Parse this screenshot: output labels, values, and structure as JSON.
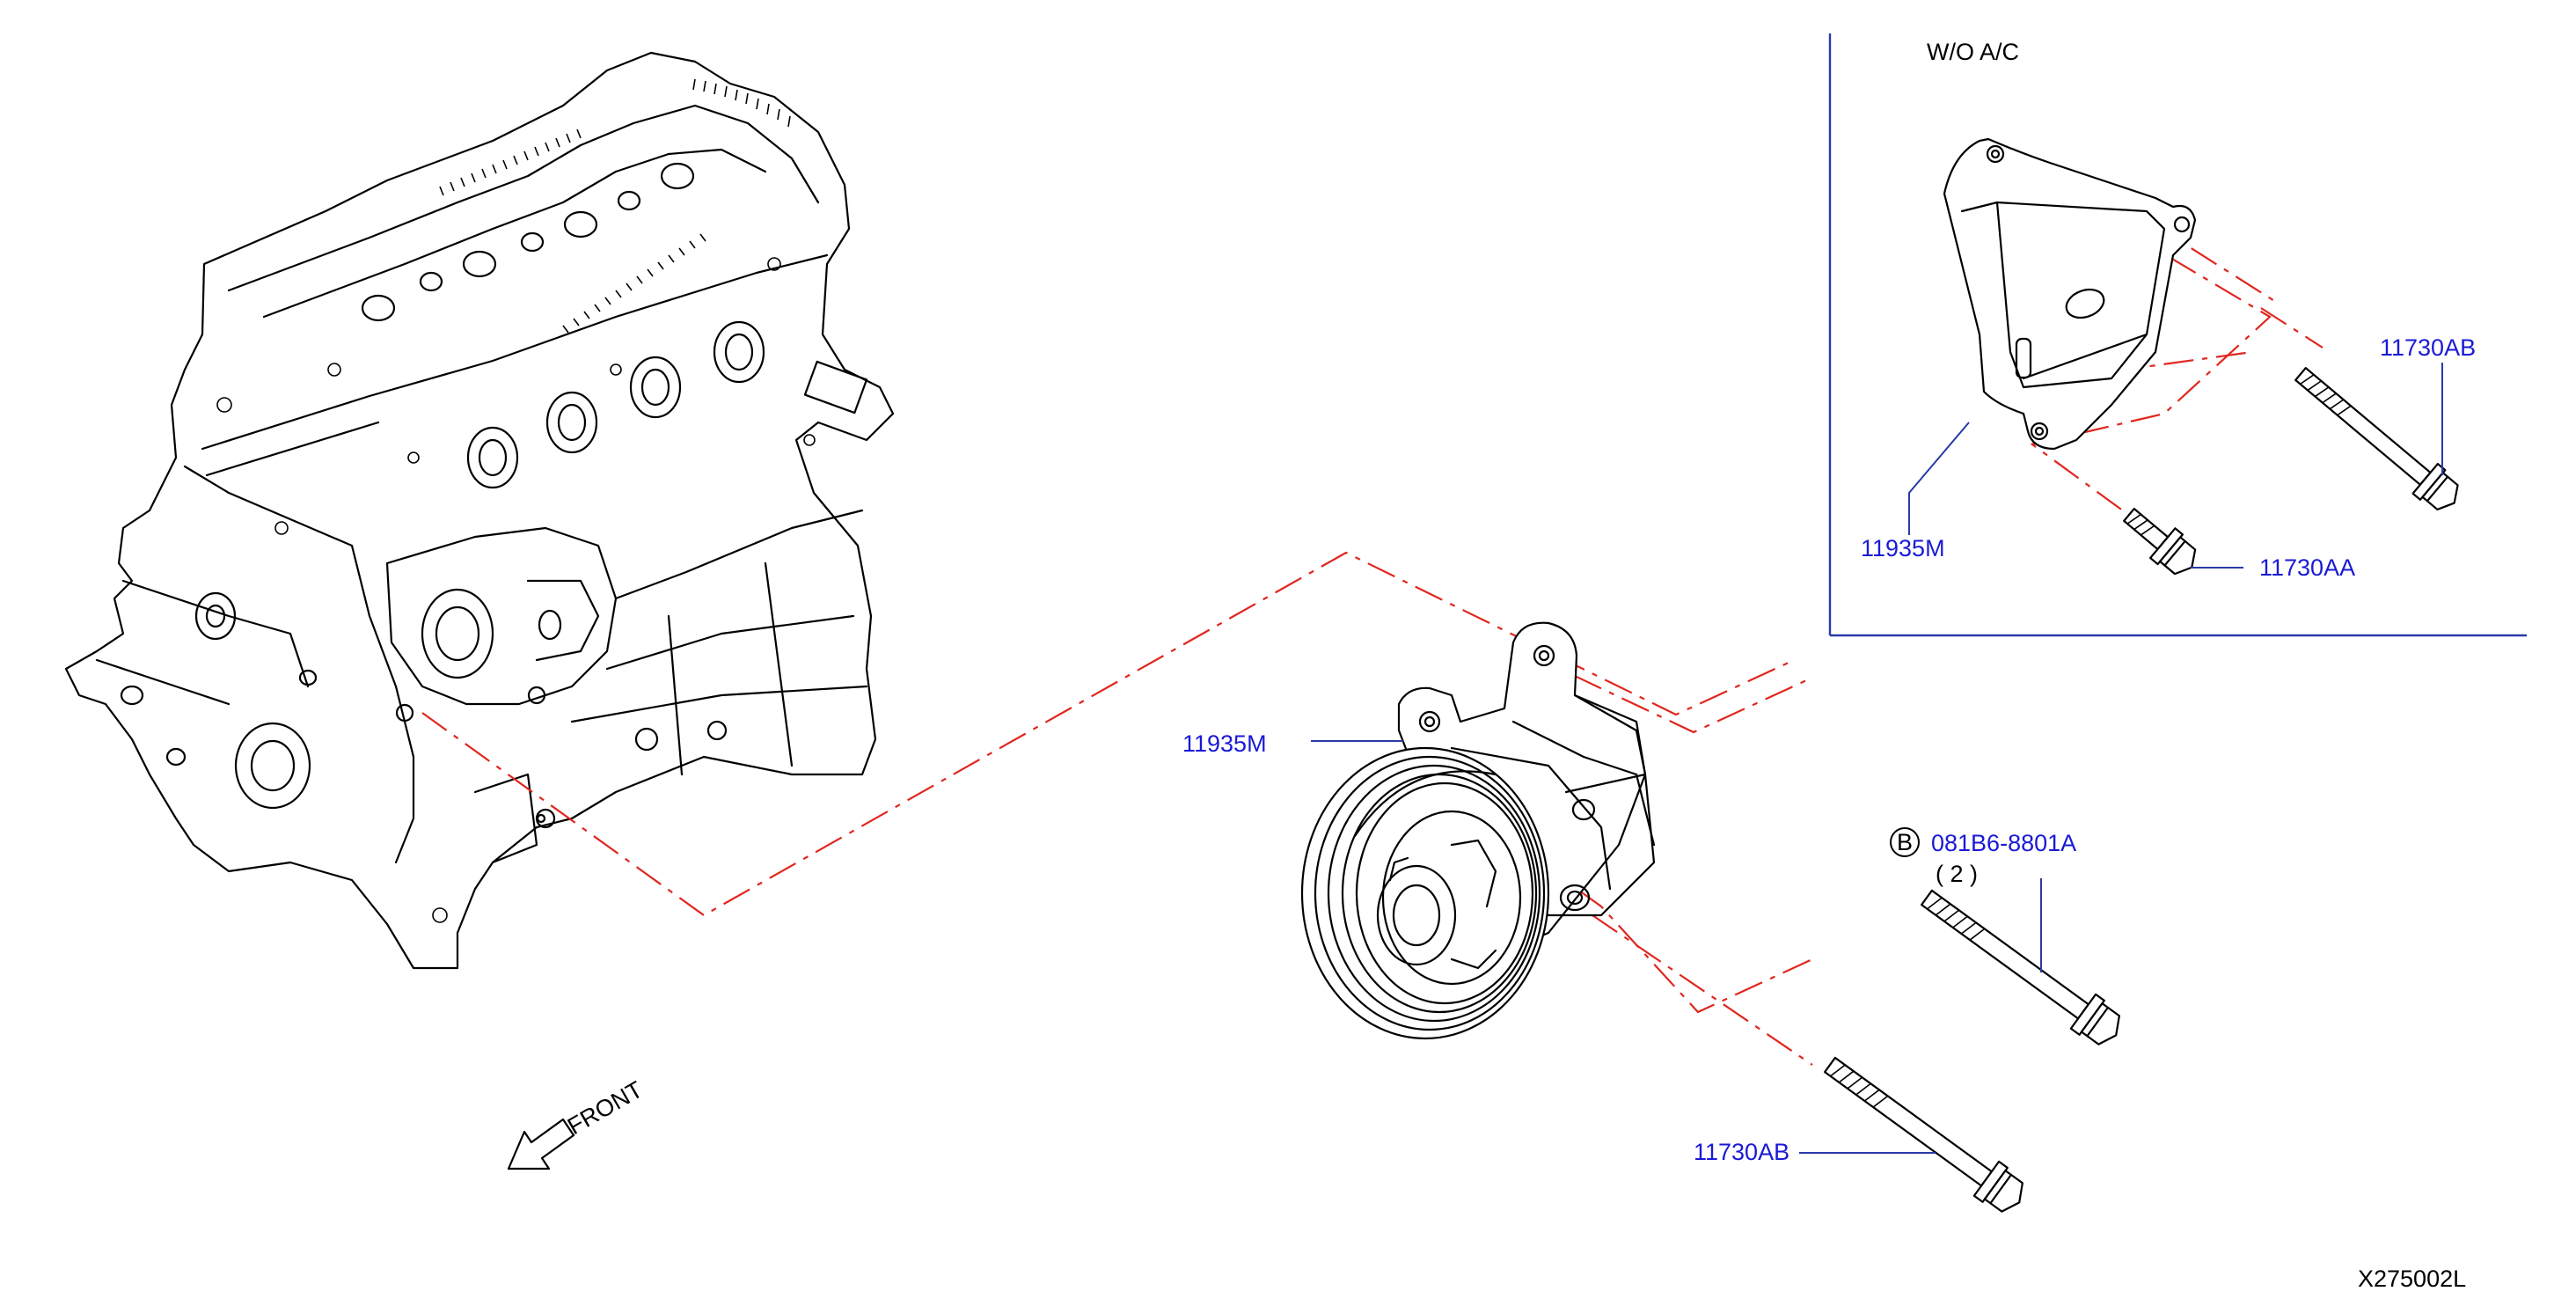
{
  "diagram": {
    "catalog_number": "X275002L",
    "direction_label": "FRONT",
    "inset": {
      "title": "W/O   A/C"
    },
    "callouts": [
      {
        "id": "inset-11730AB",
        "text": "11730AB"
      },
      {
        "id": "inset-11935M",
        "text": "11935M"
      },
      {
        "id": "inset-11730AA",
        "text": "11730AA"
      },
      {
        "id": "main-11935M",
        "text": "11935M"
      },
      {
        "id": "main-081B6",
        "text": "081B6-8801A",
        "badge": "B",
        "quantity": "( 2 )"
      },
      {
        "id": "main-11730AB",
        "text": "11730AB"
      }
    ],
    "colors": {
      "callout_text": "#1a1ad6",
      "leader": "#2a3aa8",
      "center_line": "#e0261e",
      "drawing": "#000000"
    }
  }
}
